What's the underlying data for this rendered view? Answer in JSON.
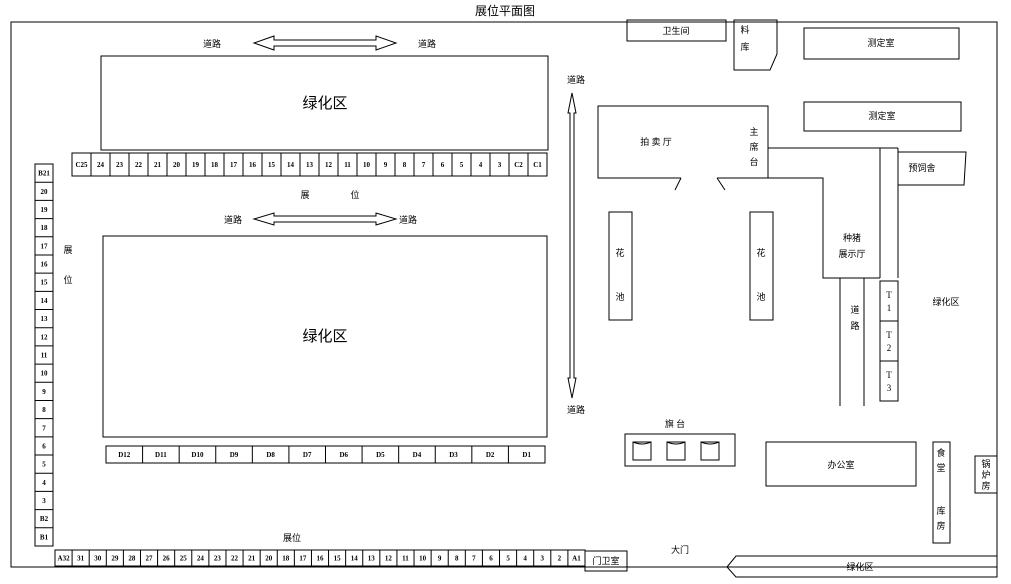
{
  "title": "展位平面图",
  "labels": {
    "road": "道路",
    "green_zone": "绿化区",
    "booth": "展位",
    "booth_char1": "展",
    "booth_char2": "位",
    "toilet": "卫生间",
    "material_char1": "料",
    "material_char2": "库",
    "test_room": "测定室",
    "auction_hall": "拍 卖 厅",
    "main_seat_chars": [
      "主",
      "席",
      "台"
    ],
    "feed_house": "预饲舍",
    "breeding_pig_line1": "种猪",
    "breeding_pig_line2": "展示厅",
    "flower_char1": "花",
    "flower_char2": "池",
    "road_char1": "道",
    "road_char2": "路",
    "flag_stand": "旗  台",
    "office": "办公室",
    "canteen_char1": "食",
    "canteen_char2": "堂",
    "storage_char1": "库",
    "storage_char2": "房",
    "boiler_char1": "锅",
    "boiler_char2": "炉",
    "boiler_char3": "房",
    "main_gate": "大门",
    "gate_guard": "门卫室"
  },
  "booths": {
    "c_row": [
      "C25",
      "24",
      "23",
      "22",
      "21",
      "20",
      "19",
      "18",
      "17",
      "16",
      "15",
      "14",
      "13",
      "12",
      "11",
      "10",
      "9",
      "8",
      "7",
      "6",
      "5",
      "4",
      "3",
      "C2",
      "C1"
    ],
    "d_row": [
      "D12",
      "D11",
      "D10",
      "D9",
      "D8",
      "D7",
      "D6",
      "D5",
      "D4",
      "D3",
      "D2",
      "D1"
    ],
    "b_col": [
      "B21",
      "20",
      "19",
      "18",
      "17",
      "16",
      "15",
      "14",
      "13",
      "12",
      "11",
      "10",
      "9",
      "8",
      "7",
      "6",
      "5",
      "4",
      "3",
      "B2",
      "B1"
    ],
    "a_row": [
      "A32",
      "31",
      "30",
      "29",
      "28",
      "27",
      "26",
      "25",
      "24",
      "23",
      "22",
      "21",
      "20",
      "18",
      "17",
      "16",
      "15",
      "14",
      "13",
      "12",
      "11",
      "10",
      "9",
      "8",
      "7",
      "6",
      "5",
      "4",
      "3",
      "2",
      "A1"
    ],
    "t_col": [
      {
        "letter": "T",
        "num": "1"
      },
      {
        "letter": "T",
        "num": "2"
      },
      {
        "letter": "T",
        "num": "3"
      }
    ]
  }
}
